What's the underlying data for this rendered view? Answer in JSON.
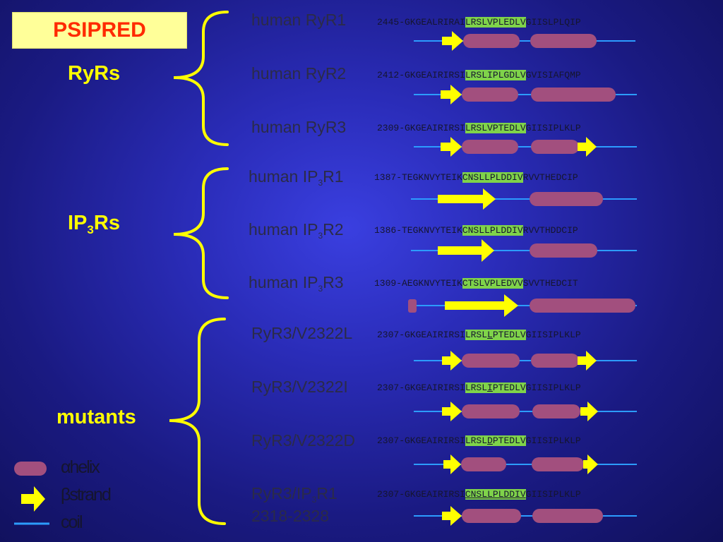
{
  "title": "PSIPRED",
  "groups": {
    "ryrs": "RyRs",
    "ip3rs_main": "IP",
    "ip3rs_sub": "3",
    "ip3rs_end": "Rs",
    "mutants": "mutants"
  },
  "rows": [
    {
      "name": "human RyR1",
      "seq_pre": "2445-GKGEALRIRAI",
      "seq_hl": "LRSLVPLEDLV",
      "seq_post": "GIISLPLQIP"
    },
    {
      "name": "human RyR2",
      "seq_pre": "2412-GKGEAIRIRSI",
      "seq_hl": "LRSLIPLGDLV",
      "seq_post": "GVISIAFQMP"
    },
    {
      "name": "human RyR3",
      "seq_pre": "2309-GKGEAIRIRSI",
      "seq_hl": "LRSLVPTEDLV",
      "seq_post": "GIISIPLKLP"
    },
    {
      "name_main": "human IP",
      "name_sub": "3",
      "name_end": "R1",
      "seq_pre": "1387-TEGKNVYTEIK",
      "seq_hl": "CNSLLPLDDIV",
      "seq_post": "RVVTHEDCIP"
    },
    {
      "name_main": "human IP",
      "name_sub": "3",
      "name_end": "R2",
      "seq_pre": "1386-TEGKNVYTEIK",
      "seq_hl": "CNSLLPLDDIV",
      "seq_post": "RVVTHDDCIP"
    },
    {
      "name_main": "human IP",
      "name_sub": "3",
      "name_end": "R3",
      "seq_pre": "1309-AEGKNVYTEIK",
      "seq_hl": "CTSLVPLEDVV",
      "seq_post": "SVVTHEDCIT"
    },
    {
      "name": "RyR3/V2322L",
      "seq_pre": "2307-GKGEAIRIRSI",
      "seq_hl_a": "LRSL",
      "seq_hl_u": "L",
      "seq_hl_b": "PTEDLV",
      "seq_post": "GIISIPLKLP"
    },
    {
      "name": "RyR3/V2322I",
      "seq_pre": "2307-GKGEAIRIRSI",
      "seq_hl_a": "LRSL",
      "seq_hl_u": "I",
      "seq_hl_b": "PTEDLV",
      "seq_post": "GIISIPLKLP"
    },
    {
      "name": "RyR3/V2322D",
      "seq_pre": "2307-GKGEAIRIRSI",
      "seq_hl_a": "LRSL",
      "seq_hl_u": "D",
      "seq_hl_b": "PTEDLV",
      "seq_post": "GIISIPLKLP"
    },
    {
      "name_main": "RyR3/IP",
      "name_sub": "3",
      "name_end": "R1",
      "name_line2": "2318-2328",
      "seq_pre": "2307-GKGEAIRIRSI",
      "seq_hl_u": "CNSLLPLDDIV",
      "seq_post": "GIISIPLKLP"
    }
  ],
  "legend": {
    "helix": "αhelix",
    "strand": "βstrand",
    "coil": "coil"
  },
  "colors": {
    "helix": "#a24f7e",
    "strand": "#ffff00",
    "coil": "#2c9cff",
    "brace": "#ffff00",
    "highlight": "#7fd34a"
  }
}
